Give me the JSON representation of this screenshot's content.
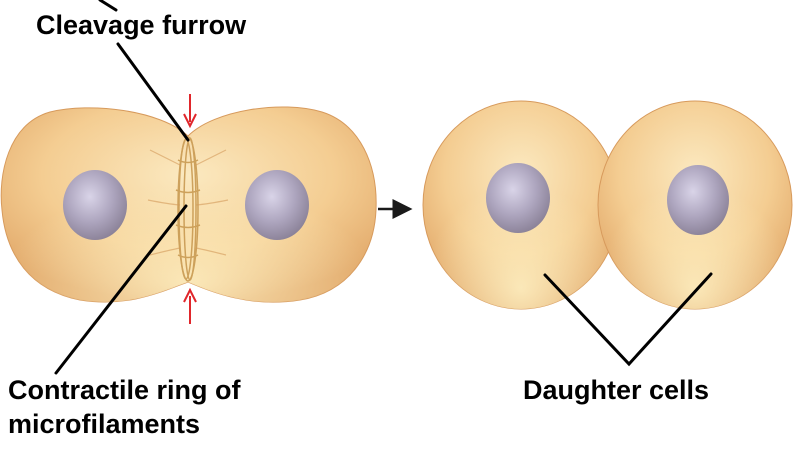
{
  "labels": {
    "cleavage_furrow": "Cleavage furrow",
    "contractile_ring_line1": "Contractile ring of",
    "contractile_ring_line2": "microfilaments",
    "daughter_cells": "Daughter cells"
  },
  "colors": {
    "cytoplasm_light": "#fbe9c0",
    "cytoplasm_mid": "#f4cd92",
    "cytoplasm_edge": "#e2a96a",
    "nucleus_light": "#d9d4e8",
    "nucleus_dark": "#8a8197",
    "arrow_red": "#e0262b",
    "leader_line": "#000000",
    "ring_fiber": "#c99a52"
  },
  "icons": {
    "process_arrow": "right-arrow-icon",
    "compression_arrows": "down-arrow-icon"
  }
}
